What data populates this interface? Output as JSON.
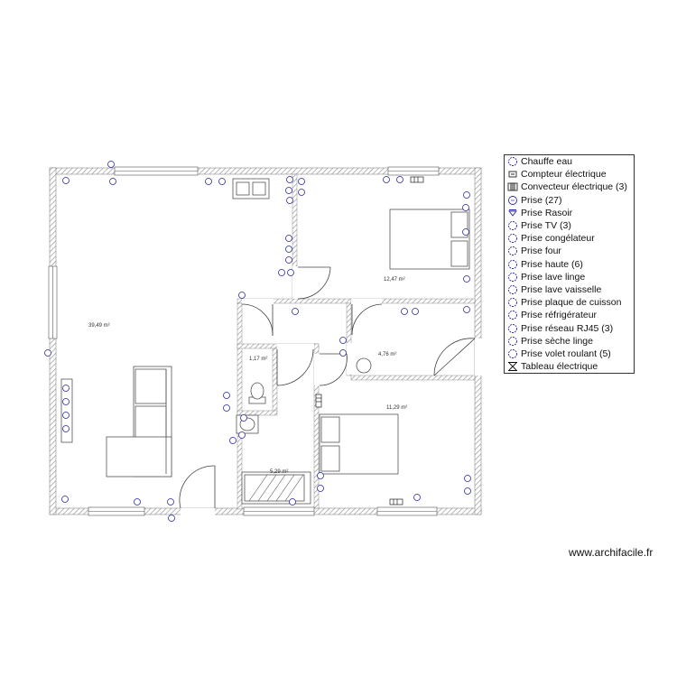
{
  "rooms": [
    {
      "area": "39,49 m²"
    },
    {
      "area": "12,47 m²"
    },
    {
      "area": "1,17 m²"
    },
    {
      "area": "4,76 m²"
    },
    {
      "area": "11,29 m²"
    },
    {
      "area": "5,29 m²"
    }
  ],
  "legend": {
    "items": [
      {
        "label": "Chauffe eau",
        "icon": "water-heater-icon"
      },
      {
        "label": "Compteur électrique",
        "icon": "electric-meter-icon"
      },
      {
        "label": "Convecteur électrique (3)",
        "icon": "convector-icon"
      },
      {
        "label": "Prise (27)",
        "icon": "socket-icon"
      },
      {
        "label": "Prise Rasoir",
        "icon": "razor-socket-icon"
      },
      {
        "label": "Prise TV (3)",
        "icon": "tv-socket-icon"
      },
      {
        "label": "Prise congélateur",
        "icon": "freezer-socket-icon"
      },
      {
        "label": "Prise four",
        "icon": "oven-socket-icon"
      },
      {
        "label": "Prise haute (6)",
        "icon": "high-socket-icon"
      },
      {
        "label": "Prise lave linge",
        "icon": "washer-socket-icon"
      },
      {
        "label": "Prise lave vaisselle",
        "icon": "dishwasher-socket-icon"
      },
      {
        "label": "Prise plaque de cuisson",
        "icon": "hob-socket-icon"
      },
      {
        "label": "Prise réfrigérateur",
        "icon": "fridge-socket-icon"
      },
      {
        "label": "Prise réseau RJ45 (3)",
        "icon": "rj45-socket-icon"
      },
      {
        "label": "Prise sèche linge",
        "icon": "dryer-socket-icon"
      },
      {
        "label": "Prise volet roulant (5)",
        "icon": "shutter-socket-icon"
      },
      {
        "label": "Tableau électrique",
        "icon": "electrical-panel-icon"
      }
    ]
  },
  "brand": "www.archifacile.fr",
  "colors": {
    "wall": "#9a9a9a",
    "symbol": "#2a2aa0",
    "furniture": "#555555"
  }
}
